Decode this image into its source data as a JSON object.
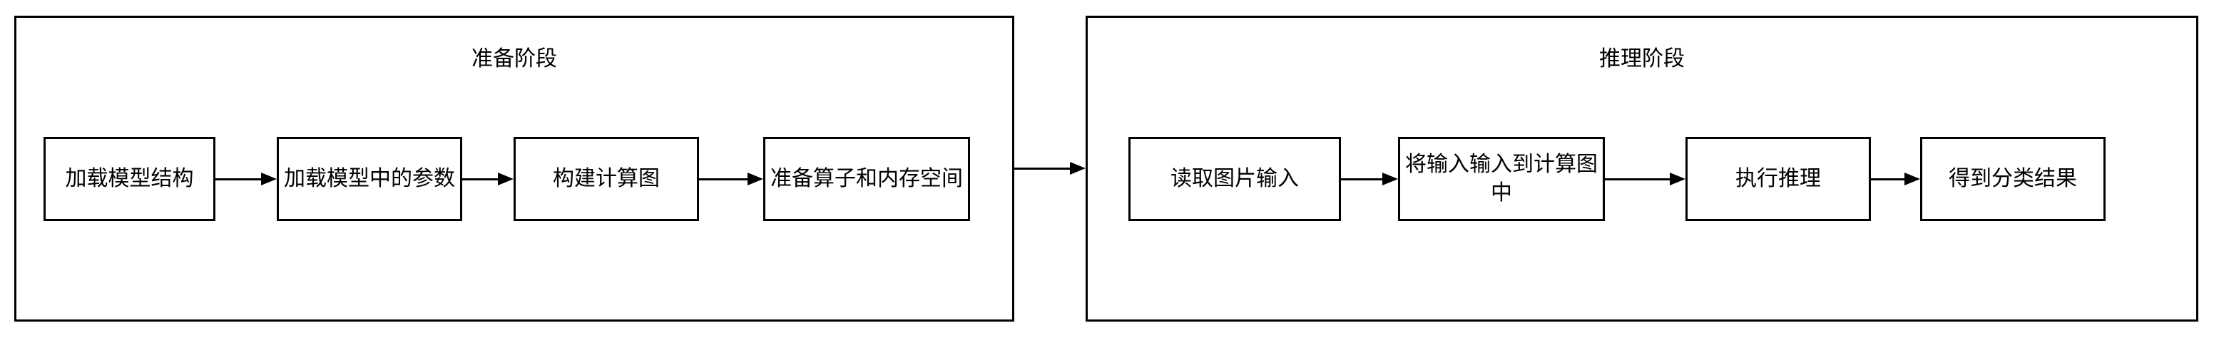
{
  "diagram": {
    "colors": {
      "stroke": "#000000",
      "background": "#ffffff"
    },
    "left_group": {
      "title": "准备阶段",
      "boxes": [
        {
          "label": "加载模型结构"
        },
        {
          "label": "加载模型中的参数"
        },
        {
          "label": "构建计算图"
        },
        {
          "label": "准备算子和内存空间"
        }
      ]
    },
    "right_group": {
      "title": "推理阶段",
      "boxes": [
        {
          "label": "读取图片输入"
        },
        {
          "label": "将输入输入到计算图中"
        },
        {
          "label": "执行推理"
        },
        {
          "label": "得到分类结果"
        }
      ]
    }
  }
}
